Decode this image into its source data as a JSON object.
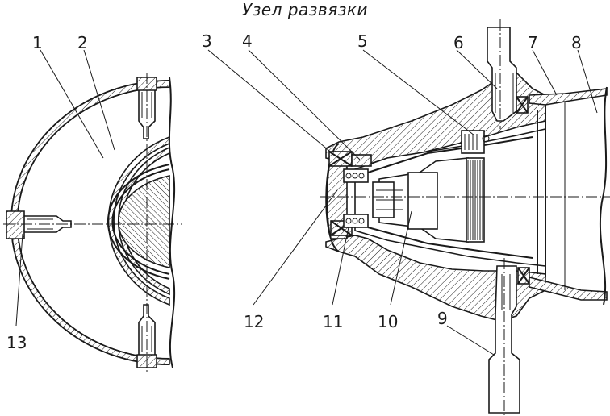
{
  "title": "Узел развязки",
  "callouts": {
    "c1": "1",
    "c2": "2",
    "c3": "3",
    "c4": "4",
    "c5": "5",
    "c6": "6",
    "c7": "7",
    "c8": "8",
    "c9": "9",
    "c10": "10",
    "c11": "11",
    "c12": "12",
    "c13": "13"
  }
}
